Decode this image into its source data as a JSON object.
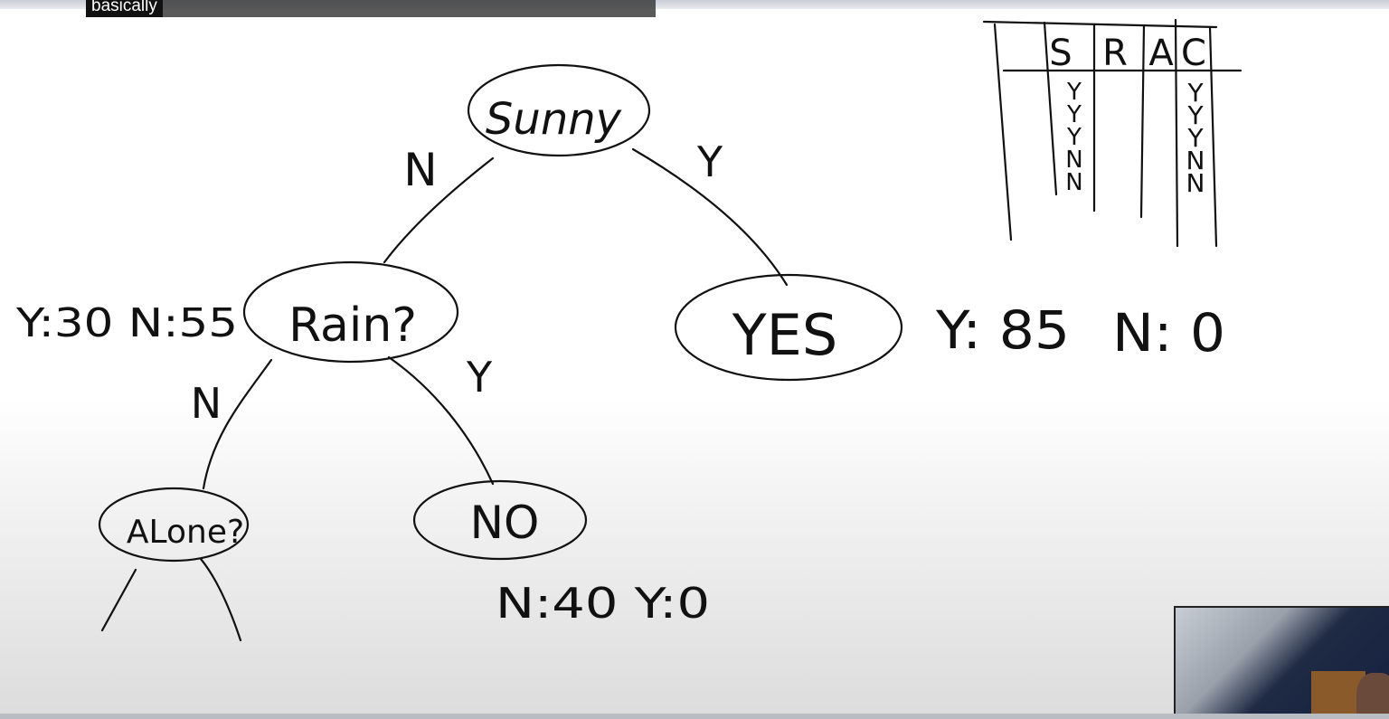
{
  "caption": {
    "text": "basically"
  },
  "tree": {
    "root": {
      "label": "Sunny"
    },
    "root_edges": {
      "left": "N",
      "right": "Y"
    },
    "rain_node": {
      "label": "Rain?",
      "counts": "Y:30 N:55"
    },
    "yes_node": {
      "label": "YES",
      "counts_y": "Y: 85",
      "counts_n": "N: 0"
    },
    "rain_edges": {
      "left": "N",
      "right": "Y"
    },
    "alone_node": {
      "label": "ALone?"
    },
    "no_node": {
      "label": "NO",
      "counts": "N:40 Y:0"
    }
  },
  "table": {
    "headers": [
      "S",
      "R",
      "A",
      "C"
    ],
    "s_column": [
      "Y",
      "Y",
      "Y",
      "N",
      "N"
    ],
    "c_column": [
      "Y",
      "Y",
      "Y",
      "N",
      "N"
    ]
  }
}
